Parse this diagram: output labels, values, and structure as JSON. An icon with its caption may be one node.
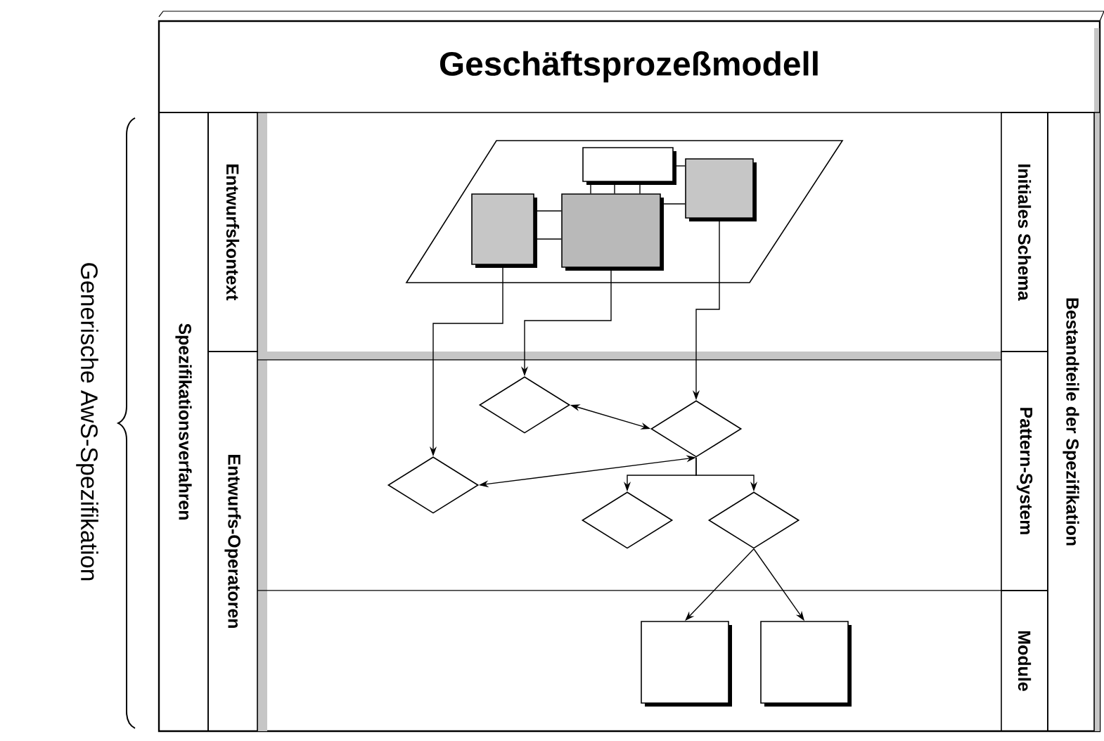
{
  "diagram": {
    "nodes": [
      {
        "text": [
          "Geschäftsprozeßmodell"
        ]
      },
      {
        "text": [
          "Spezifikationsverfahren"
        ]
      },
      {
        "text": [
          "Entwurfskontext"
        ]
      },
      {
        "text": [
          "Entwurfs-Operatoren"
        ]
      },
      {
        "text": [
          "Initiales Schema"
        ]
      },
      {
        "text": [
          "Pattern-System"
        ]
      },
      {
        "text": [
          "Module"
        ]
      },
      {
        "text": [
          "Bestandteile der Spezifikation"
        ]
      },
      {
        "text": [],
        "shape": "parallelogram"
      },
      {
        "text": [],
        "shape": "box",
        "in": 8
      },
      {
        "text": [],
        "shape": "box",
        "in": 8
      },
      {
        "text": [],
        "shape": "box",
        "in": 8
      },
      {
        "text": [],
        "shape": "box",
        "in": 8
      },
      {
        "text": [],
        "shape": "diamond"
      },
      {
        "text": [],
        "shape": "diamond"
      },
      {
        "text": [],
        "shape": "diamond"
      },
      {
        "text": [],
        "shape": "diamond"
      },
      {
        "text": [],
        "shape": "diamond"
      },
      {
        "text": [],
        "shape": "box"
      },
      {
        "text": [],
        "shape": "box"
      }
    ],
    "edges": [
      {
        "from": 11,
        "to": 12,
        "arrow": "none"
      },
      {
        "from": 11,
        "to": 12,
        "arrow": "none"
      },
      {
        "from": 12,
        "to": 9,
        "arrow": "none"
      },
      {
        "from": 12,
        "to": 9,
        "arrow": "none"
      },
      {
        "from": 12,
        "to": 9,
        "arrow": "none"
      },
      {
        "from": 9,
        "to": 10,
        "arrow": "none"
      },
      {
        "from": 12,
        "to": 10,
        "arrow": "none"
      },
      {
        "from": 11,
        "to": 15,
        "arrow": "to"
      },
      {
        "from": 12,
        "to": 13,
        "arrow": "to"
      },
      {
        "from": 10,
        "to": 14,
        "arrow": "to"
      },
      {
        "from": 13,
        "to": 14,
        "arrow": "both"
      },
      {
        "from": 14,
        "to": 15,
        "arrow": "both"
      },
      {
        "from": 14,
        "to": 16,
        "arrow": "to"
      },
      {
        "from": 14,
        "to": 17,
        "arrow": "to"
      },
      {
        "from": 17,
        "to": 18,
        "arrow": "to"
      },
      {
        "from": 17,
        "to": 19,
        "arrow": "to"
      }
    ],
    "labels": [
      "Generische AwS-Spezifikation"
    ]
  }
}
